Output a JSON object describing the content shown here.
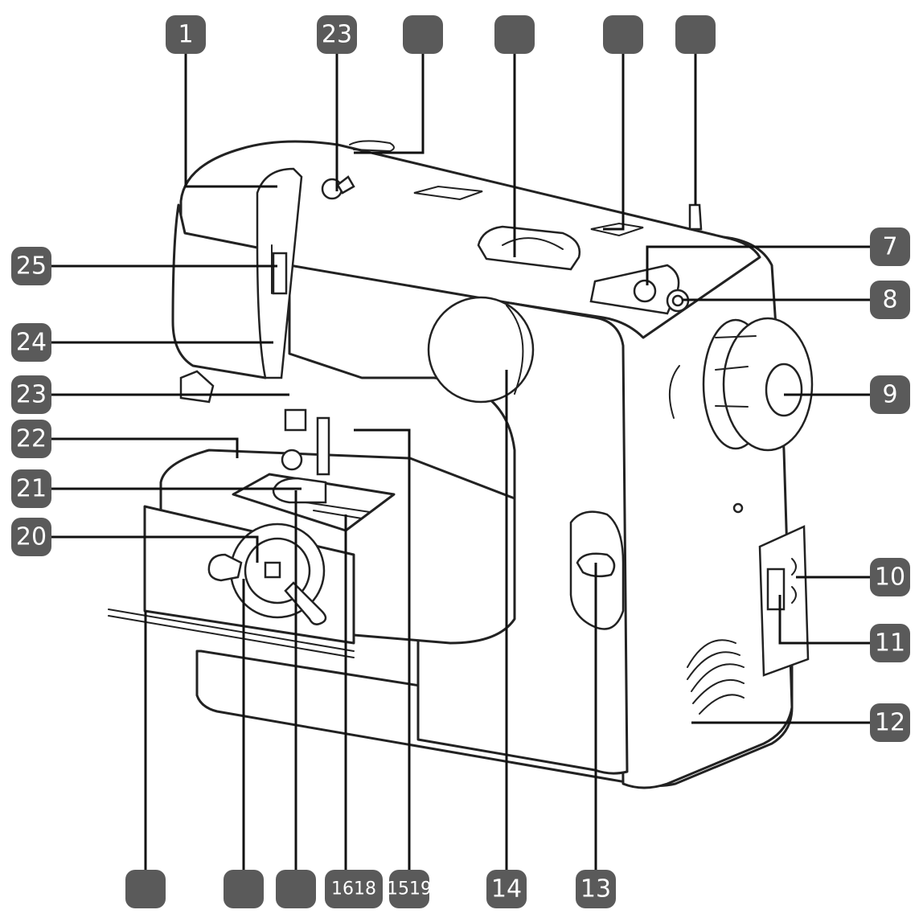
{
  "callouts": [
    {
      "id": "c1",
      "label": "1"
    },
    {
      "id": "c23a",
      "label": "23"
    },
    {
      "id": "c3",
      "label": ""
    },
    {
      "id": "c4",
      "label": ""
    },
    {
      "id": "c5",
      "label": ""
    },
    {
      "id": "c6",
      "label": ""
    },
    {
      "id": "c7",
      "label": "7"
    },
    {
      "id": "c8",
      "label": "8"
    },
    {
      "id": "c9",
      "label": "9"
    },
    {
      "id": "c10",
      "label": "10"
    },
    {
      "id": "c11",
      "label": "11"
    },
    {
      "id": "c12",
      "label": "12"
    },
    {
      "id": "c13",
      "label": "13"
    },
    {
      "id": "c14",
      "label": "14"
    },
    {
      "id": "c1519",
      "label": "1519"
    },
    {
      "id": "c1618",
      "label": "1618"
    },
    {
      "id": "cb3",
      "label": ""
    },
    {
      "id": "cb2",
      "label": ""
    },
    {
      "id": "cb1",
      "label": ""
    },
    {
      "id": "c20",
      "label": "20"
    },
    {
      "id": "c21",
      "label": "21"
    },
    {
      "id": "c22",
      "label": "22"
    },
    {
      "id": "c23b",
      "label": "23"
    },
    {
      "id": "c24",
      "label": "24"
    },
    {
      "id": "c25",
      "label": "25"
    }
  ],
  "colors": {
    "badge": "#5a5a5a",
    "badge_text": "#ffffff",
    "line": "#111111"
  }
}
